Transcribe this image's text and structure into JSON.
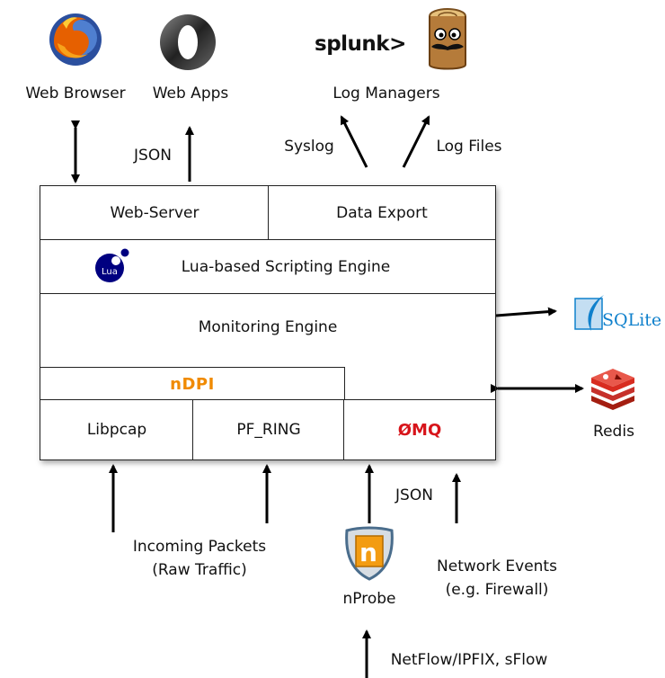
{
  "top": {
    "web_browser": "Web Browser",
    "web_apps": "Web Apps",
    "log_managers": "Log Managers",
    "splunk_logo_text": "splunk>",
    "json_top": "JSON",
    "syslog": "Syslog",
    "log_files": "Log Files"
  },
  "stack": {
    "web_server": "Web-Server",
    "data_export": "Data Export",
    "lua_engine": "Lua-based Scripting Engine",
    "lua_logo_text": "Lua",
    "monitoring_engine": "Monitoring Engine",
    "ndpi": "nDPI",
    "libpcap": "Libpcap",
    "pf_ring": "PF_RING",
    "zmq": "ØMQ"
  },
  "right": {
    "sqlite_logo_text": "SQLite",
    "redis": "Redis"
  },
  "bottom": {
    "incoming_packets": "Incoming Packets",
    "raw_traffic": "(Raw Traffic)",
    "json_bottom": "JSON",
    "nprobe": "nProbe",
    "nprobe_logo_text": "n",
    "network_events": "Network Events",
    "firewall": "(e.g. Firewall)",
    "netflow": "NetFlow/IPFIX, sFlow"
  },
  "colors": {
    "ndpi": "#f08a00",
    "zmq": "#d7141a",
    "firefox": "#e66000",
    "redis": "#d82c20",
    "sqlite": "#0f80cc",
    "nprobe_orange": "#f39c12"
  }
}
